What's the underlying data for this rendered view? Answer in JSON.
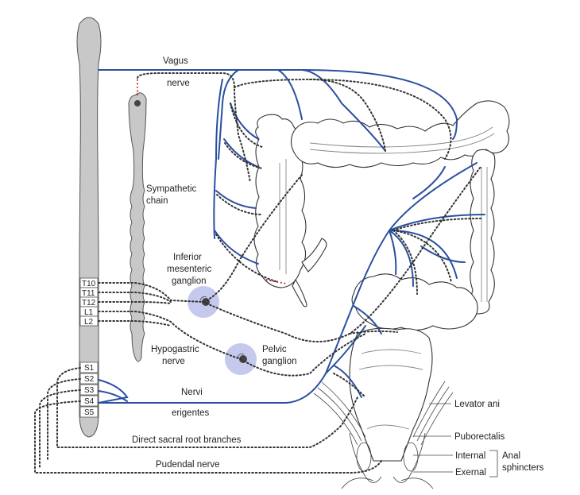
{
  "labels": {
    "vagus": "Vagus",
    "nerve": "nerve",
    "sympathetic": "Sympathetic",
    "chain": "chain",
    "inferior": "Inferior",
    "mesenteric": "mesenteric",
    "ganglion": "ganglion",
    "hypogastric": "Hypogastric",
    "hypo_nerve": "nerve",
    "pelvic": "Pelvic",
    "pelvic_ganglion": "ganglion",
    "nervi": "Nervi",
    "erigentes": "erigentes",
    "direct_sacral": "Direct sacral root branches",
    "pudendal": "Pudendal nerve",
    "levator": "Levator ani",
    "puborectalis": "Puborectalis",
    "internal": "Internal",
    "external": "Exernal",
    "anal": "Anal",
    "sphincters": "sphincters"
  },
  "segments": [
    "T10",
    "T11",
    "T12",
    "L1",
    "L2",
    "S1",
    "S2",
    "S3",
    "S4",
    "S5"
  ],
  "colors": {
    "parasympathetic": "#2b4fa0",
    "ganglion_halo": "#c5c9ee",
    "cord_fill": "#c8c8c8"
  }
}
